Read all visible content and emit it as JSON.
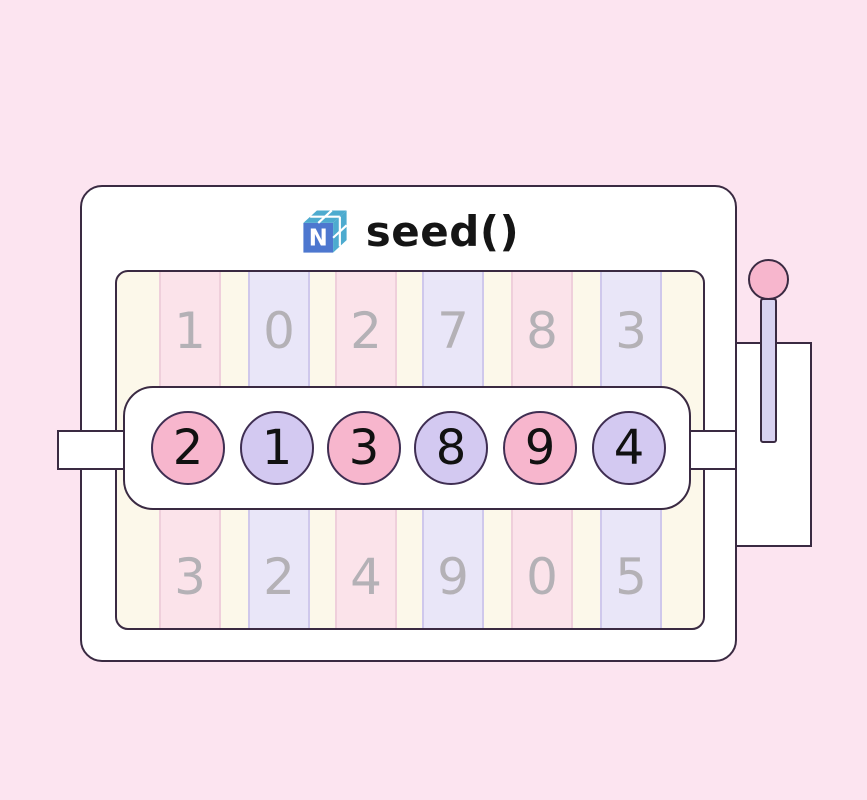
{
  "machine": {
    "title": "seed()",
    "logo": {
      "name": "numpy-logo",
      "letter": "N"
    }
  },
  "reels": {
    "top_row": [
      "1",
      "0",
      "2",
      "7",
      "8",
      "3"
    ],
    "result_row": [
      "2",
      "1",
      "3",
      "8",
      "9",
      "4"
    ],
    "bottom_row": [
      "3",
      "2",
      "4",
      "9",
      "0",
      "5"
    ]
  },
  "colors": {
    "background": "#fce4f0",
    "outline": "#3a2a42",
    "machine_fill": "#ffffff",
    "reel_window_fill": "#fcf8ea",
    "strip_pink": "#fbe3ea",
    "strip_lavender": "#e9e6f8",
    "circle_pink": "#f7b6cd",
    "circle_lavender": "#d3c9f1",
    "faded_digit": "#b4b1b6",
    "lever_bar": "#d8d2f1",
    "lever_knob": "#f7b6cd",
    "logo_blue": "#4d77cf",
    "logo_light_blue": "#4dabcf"
  }
}
